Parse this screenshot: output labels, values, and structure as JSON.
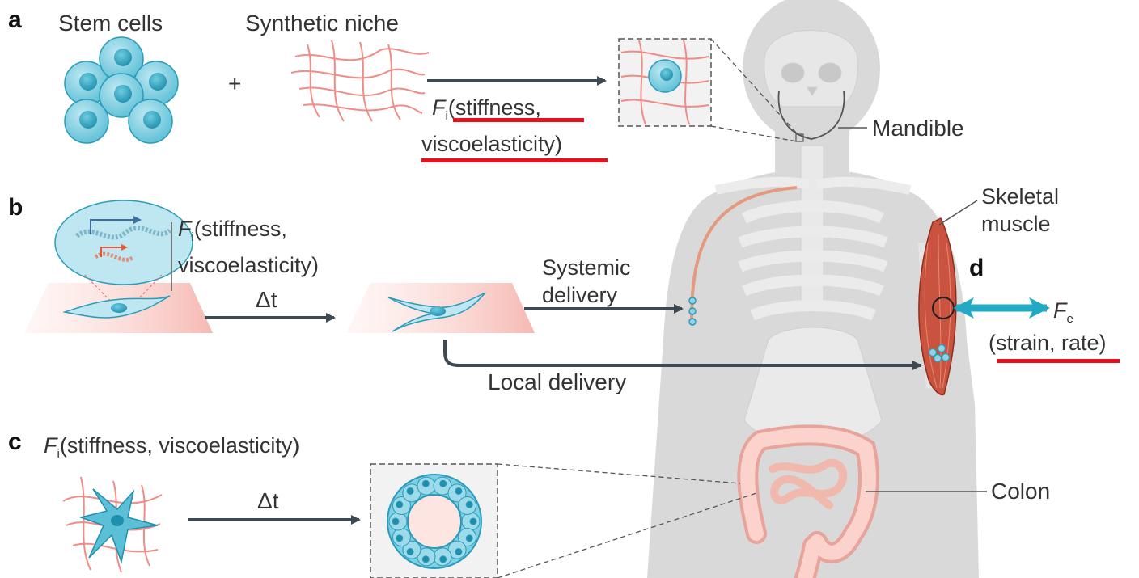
{
  "panel_labels": {
    "a": "a",
    "b": "b",
    "c": "c",
    "d": "d"
  },
  "panel_a": {
    "stem_cells": "Stem cells",
    "synthetic_niche": "Synthetic niche",
    "plus": "+",
    "force_symbol": "F",
    "force_sub": "i",
    "force_props_line1": "(stiffness,",
    "force_props_line2": "viscoelasticity)"
  },
  "panel_b": {
    "force_symbol": "F",
    "force_sub": "i",
    "force_props_line1": "(stiffness,",
    "force_props_line2": "viscoelasticity)",
    "delta_t": "Δt",
    "systemic_delivery_line1": "Systemic",
    "systemic_delivery_line2": "delivery",
    "local_delivery": "Local delivery"
  },
  "panel_c": {
    "force_symbol": "F",
    "force_sub": "i",
    "force_props": "(stiffness, viscoelasticity)",
    "delta_t": "Δt"
  },
  "panel_d": {
    "force_symbol": "F",
    "force_sub": "e",
    "force_props": "(strain, rate)"
  },
  "anatomy": {
    "mandible": "Mandible",
    "skeletal_muscle_line1": "Skeletal",
    "skeletal_muscle_line2": "muscle",
    "colon": "Colon"
  },
  "colors": {
    "cell_teal": "#5bbfd6",
    "fiber_pink": "#f08c86",
    "arrow_dark": "#3d4a54",
    "highlight_red": "#e8101c",
    "body_grey": "#d9d9d9",
    "muscle_red": "#c9533f"
  }
}
